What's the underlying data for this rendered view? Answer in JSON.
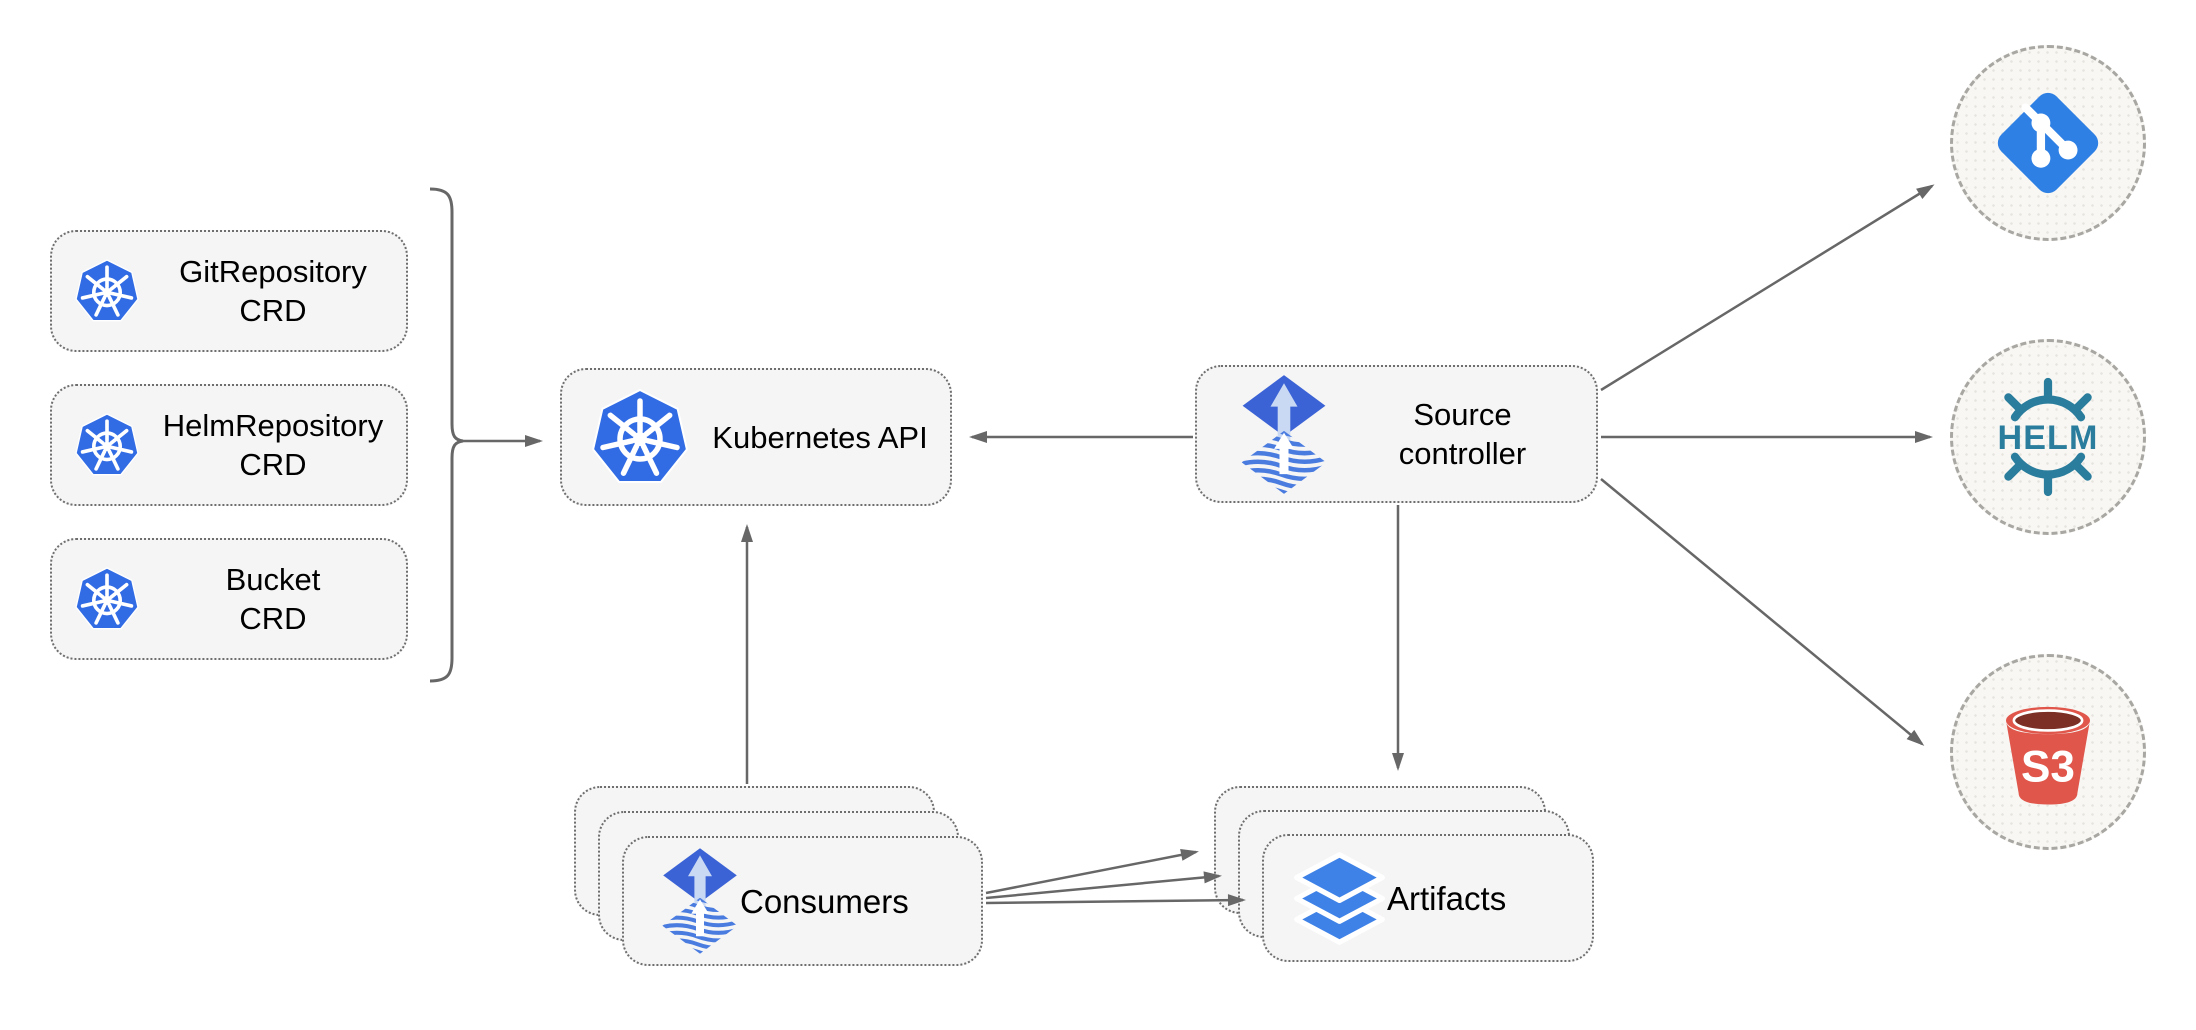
{
  "diagram": {
    "crd_boxes": [
      {
        "line1": "GitRepository",
        "line2": "CRD"
      },
      {
        "line1": "HelmRepository",
        "line2": "CRD"
      },
      {
        "line1": "Bucket",
        "line2": "CRD"
      }
    ],
    "kubernetes_api_label": "Kubernetes API",
    "source_controller": {
      "line1": "Source",
      "line2": "controller"
    },
    "consumers_label": "Consumers",
    "artifacts_label": "Artifacts",
    "helm_logo_text": "HELM",
    "s3_logo_text": "S3",
    "icons": [
      "kubernetes-icon",
      "flux-icon",
      "layers-icon",
      "git-icon",
      "helm-icon",
      "s3-bucket-icon"
    ],
    "colors": {
      "kubernetes_blue": "#326CE5",
      "flux_blue": "#3B63D6",
      "flux_arrow_light": "#C9D8F3",
      "flux_wave_blue": "#4A7CE0",
      "git_blue": "#2F80E4",
      "helm_teal": "#2A7D9C",
      "s3_red": "#E0564B",
      "s3_dark_red": "#7B2F25",
      "layers_blue": "#3E82E8",
      "arrow_gray": "#676767",
      "box_fill": "#F5F5F5",
      "box_border": "#6E6E6E",
      "circle_fill": "#F8F7F4"
    }
  }
}
